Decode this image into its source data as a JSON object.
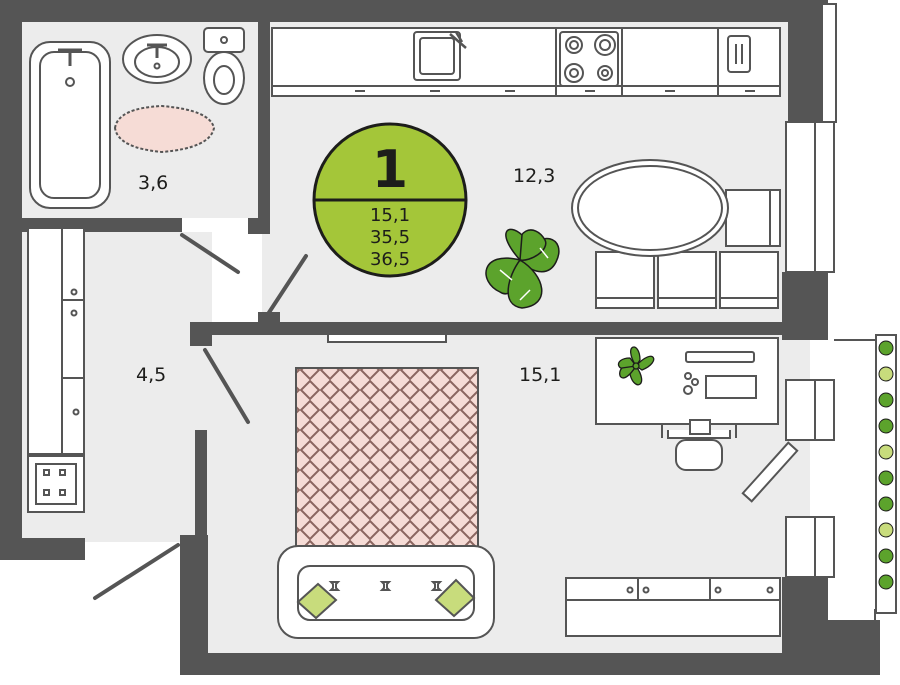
{
  "badge": {
    "rooms": "1",
    "living_area": "15,1",
    "total_area": "35,5",
    "full_area": "36,5"
  },
  "rooms": {
    "bathroom_area": "3,6",
    "kitchen_area": "12,3",
    "hallway_area": "4,5",
    "bedroom_area": "15,1"
  },
  "colors": {
    "wall": "#555555",
    "floor": "#ececec",
    "accent": "#a4c639",
    "rug_pink": "#f6dcd6",
    "rug_pattern": "#8b6660",
    "plant": "#5ca32c",
    "pillow": "#c8dc7c"
  }
}
